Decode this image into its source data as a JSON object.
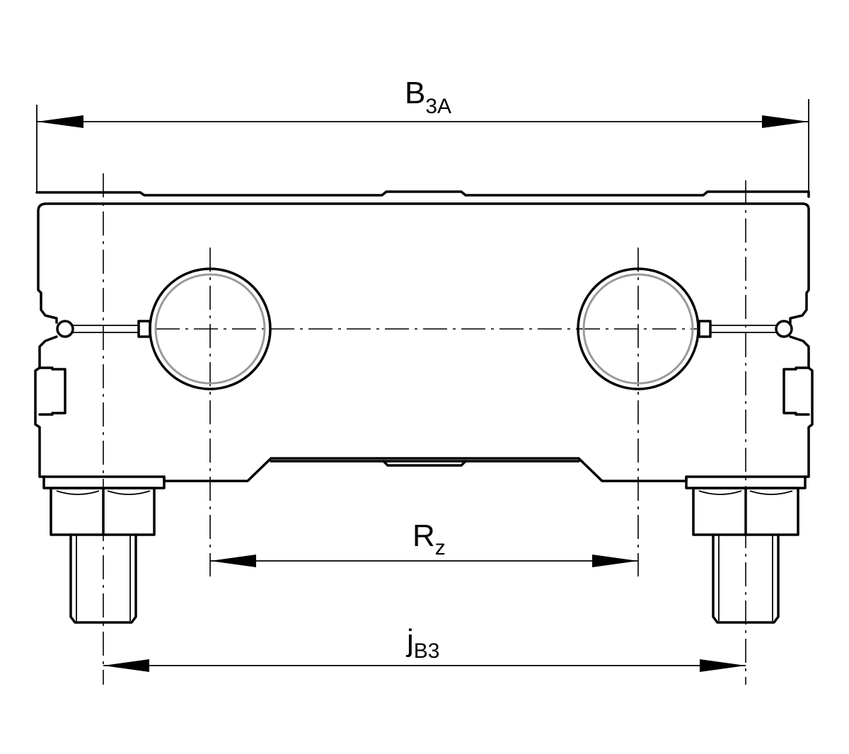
{
  "dimensions": {
    "b3a": {
      "main": "B",
      "sub": "3A"
    },
    "rz": {
      "main": "R",
      "sub": "z"
    },
    "jb3": {
      "main": "j",
      "sub": "B3"
    }
  }
}
